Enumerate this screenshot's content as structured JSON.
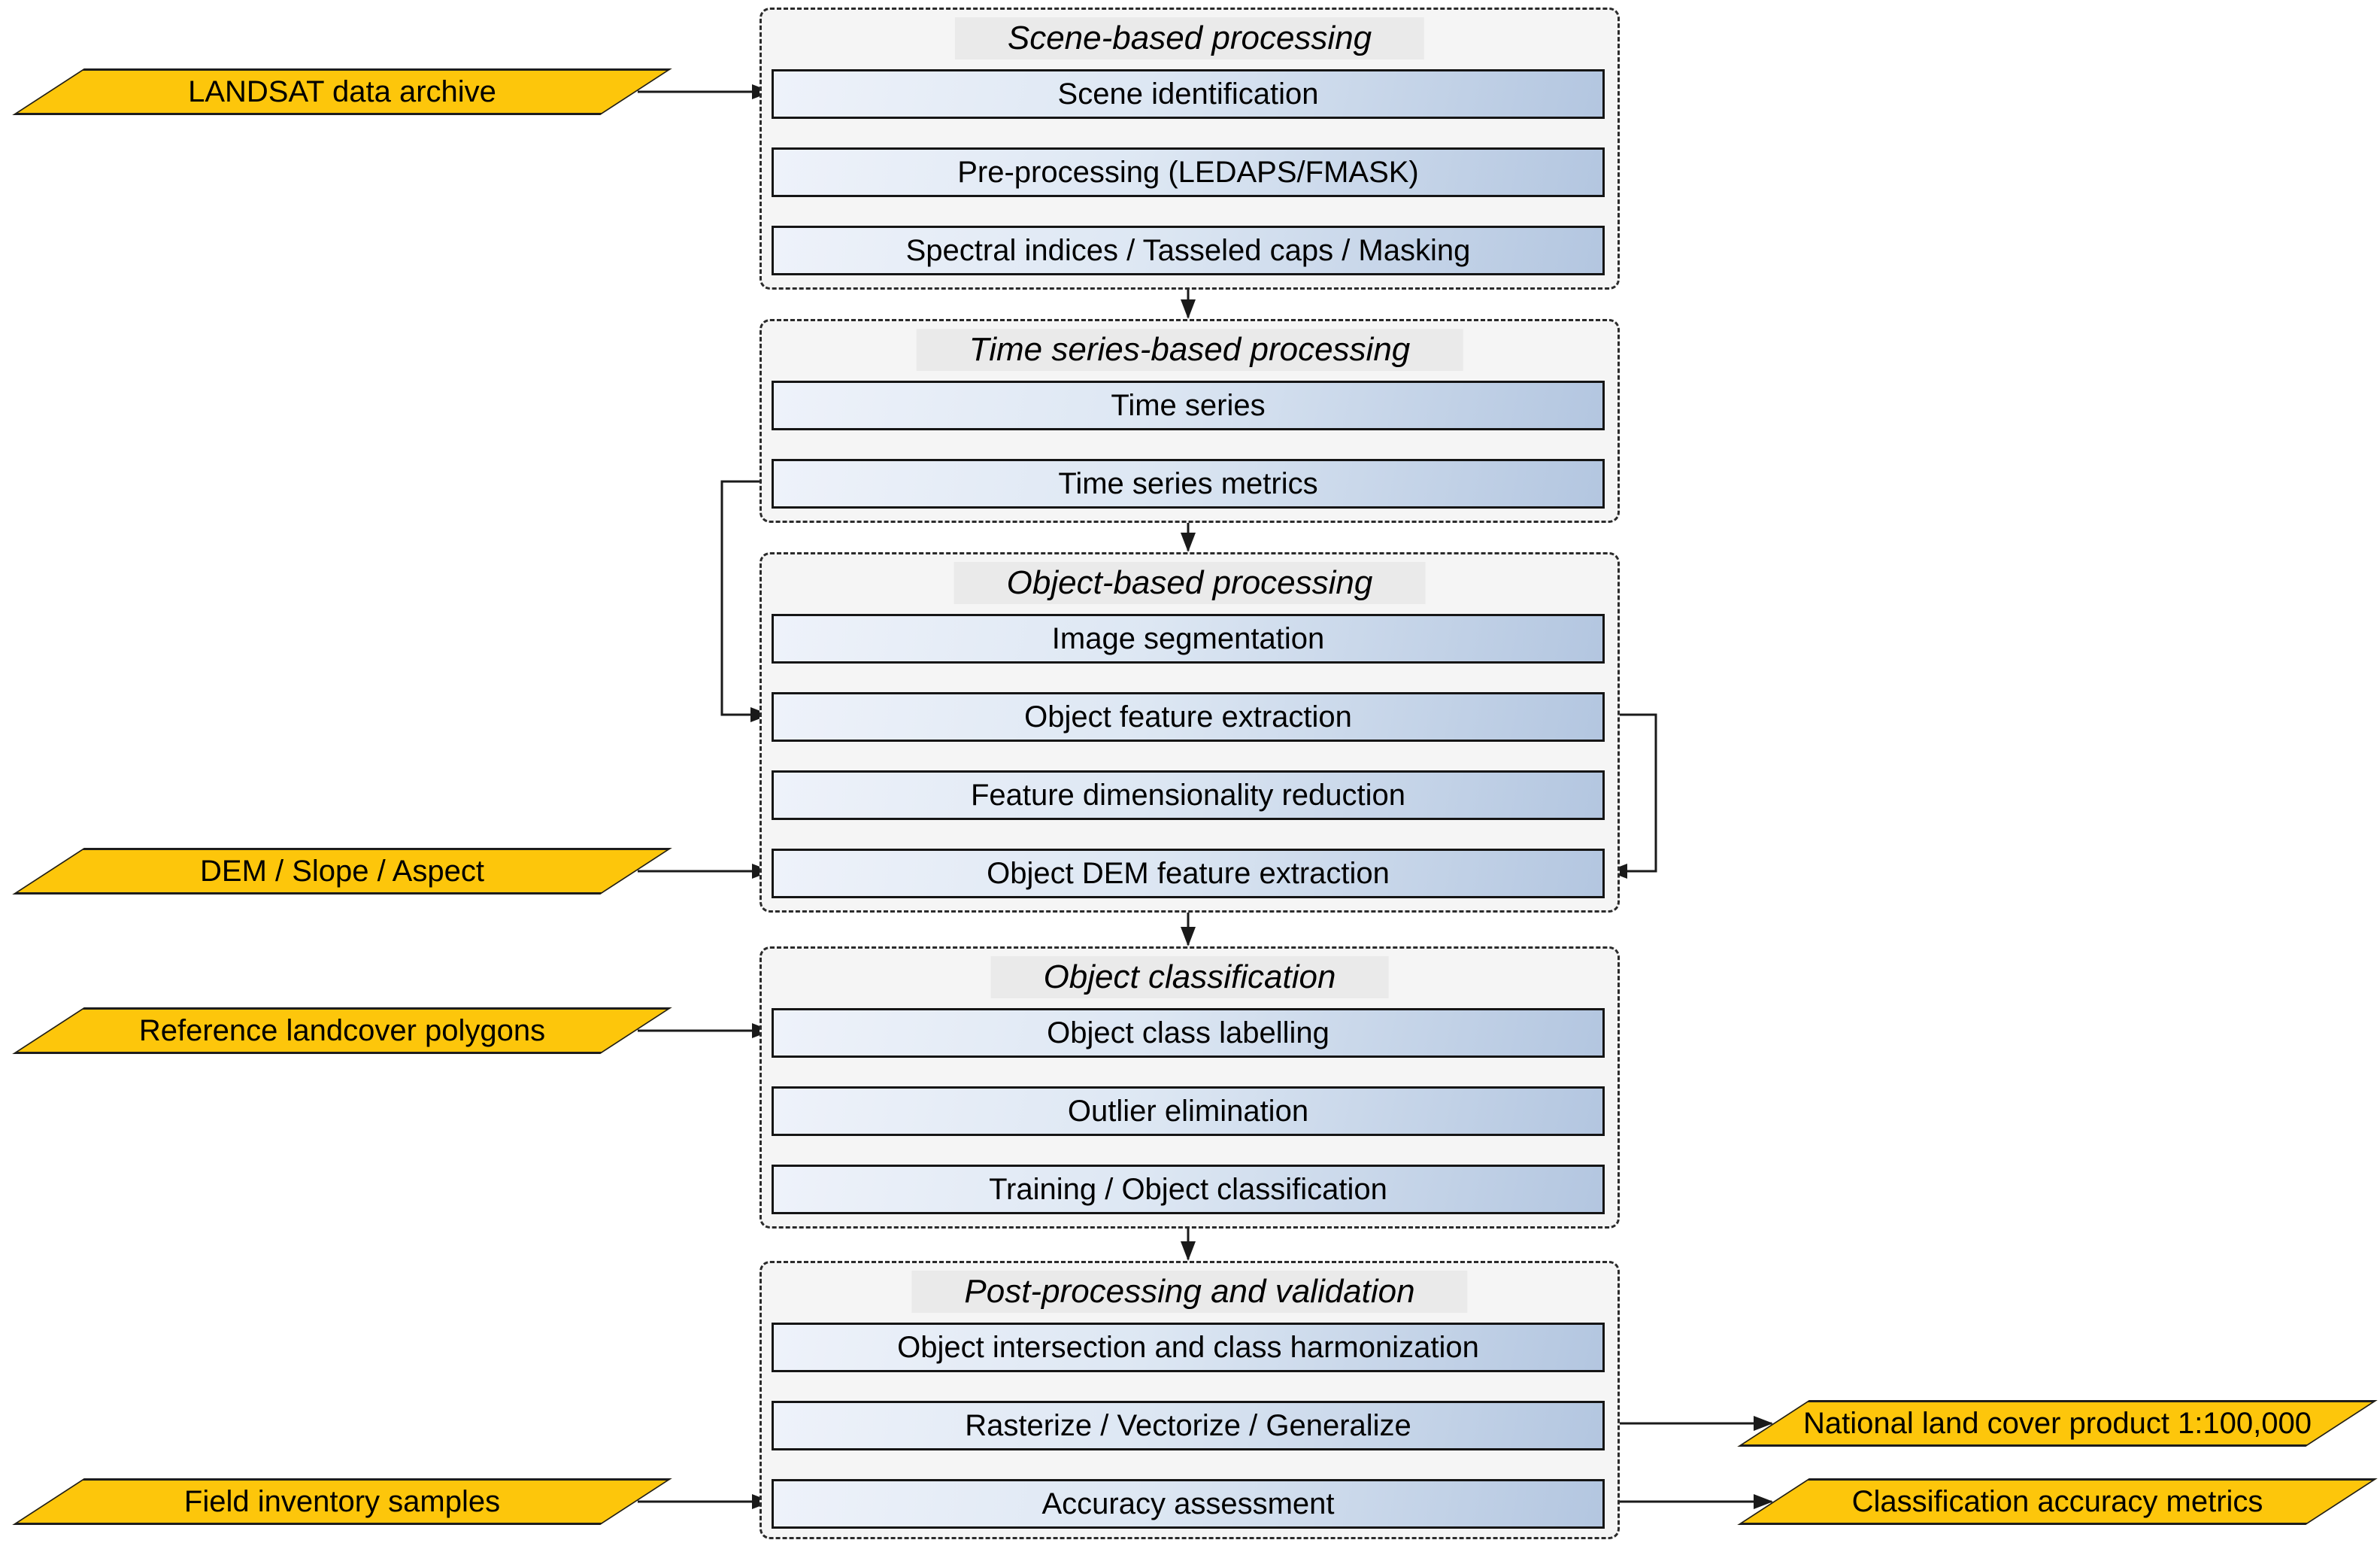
{
  "diagram": {
    "groups": [
      {
        "title": "Scene-based processing",
        "boxes": [
          "Scene identification",
          "Pre-processing (LEDAPS/FMASK)",
          "Spectral indices / Tasseled caps / Masking"
        ]
      },
      {
        "title": "Time series-based processing",
        "boxes": [
          "Time series",
          "Time series metrics"
        ]
      },
      {
        "title": "Object-based processing",
        "boxes": [
          "Image segmentation",
          "Object feature extraction",
          "Feature dimensionality reduction",
          "Object DEM feature extraction"
        ]
      },
      {
        "title": "Object classification",
        "boxes": [
          "Object class labelling",
          "Outlier elimination",
          "Training / Object classification"
        ]
      },
      {
        "title": "Post-processing and validation",
        "boxes": [
          "Object intersection and class harmonization",
          "Rasterize / Vectorize / Generalize",
          "Accuracy assessment"
        ]
      }
    ],
    "inputs": [
      {
        "label": "LANDSAT data archive"
      },
      {
        "label": "DEM / Slope / Aspect"
      },
      {
        "label": "Reference landcover polygons"
      },
      {
        "label": "Field inventory samples"
      }
    ],
    "outputs": [
      {
        "label": "National land cover product 1:100,000"
      },
      {
        "label": "Classification accuracy metrics"
      }
    ],
    "colors": {
      "io_shape_fill": "#fdc60b",
      "process_box_gradient_start": "#eef2fa",
      "process_box_gradient_end": "#b3c6e0",
      "group_background": "#f5f5f5",
      "title_background": "#eaeaea",
      "line_color": "#1a1a1a"
    }
  }
}
